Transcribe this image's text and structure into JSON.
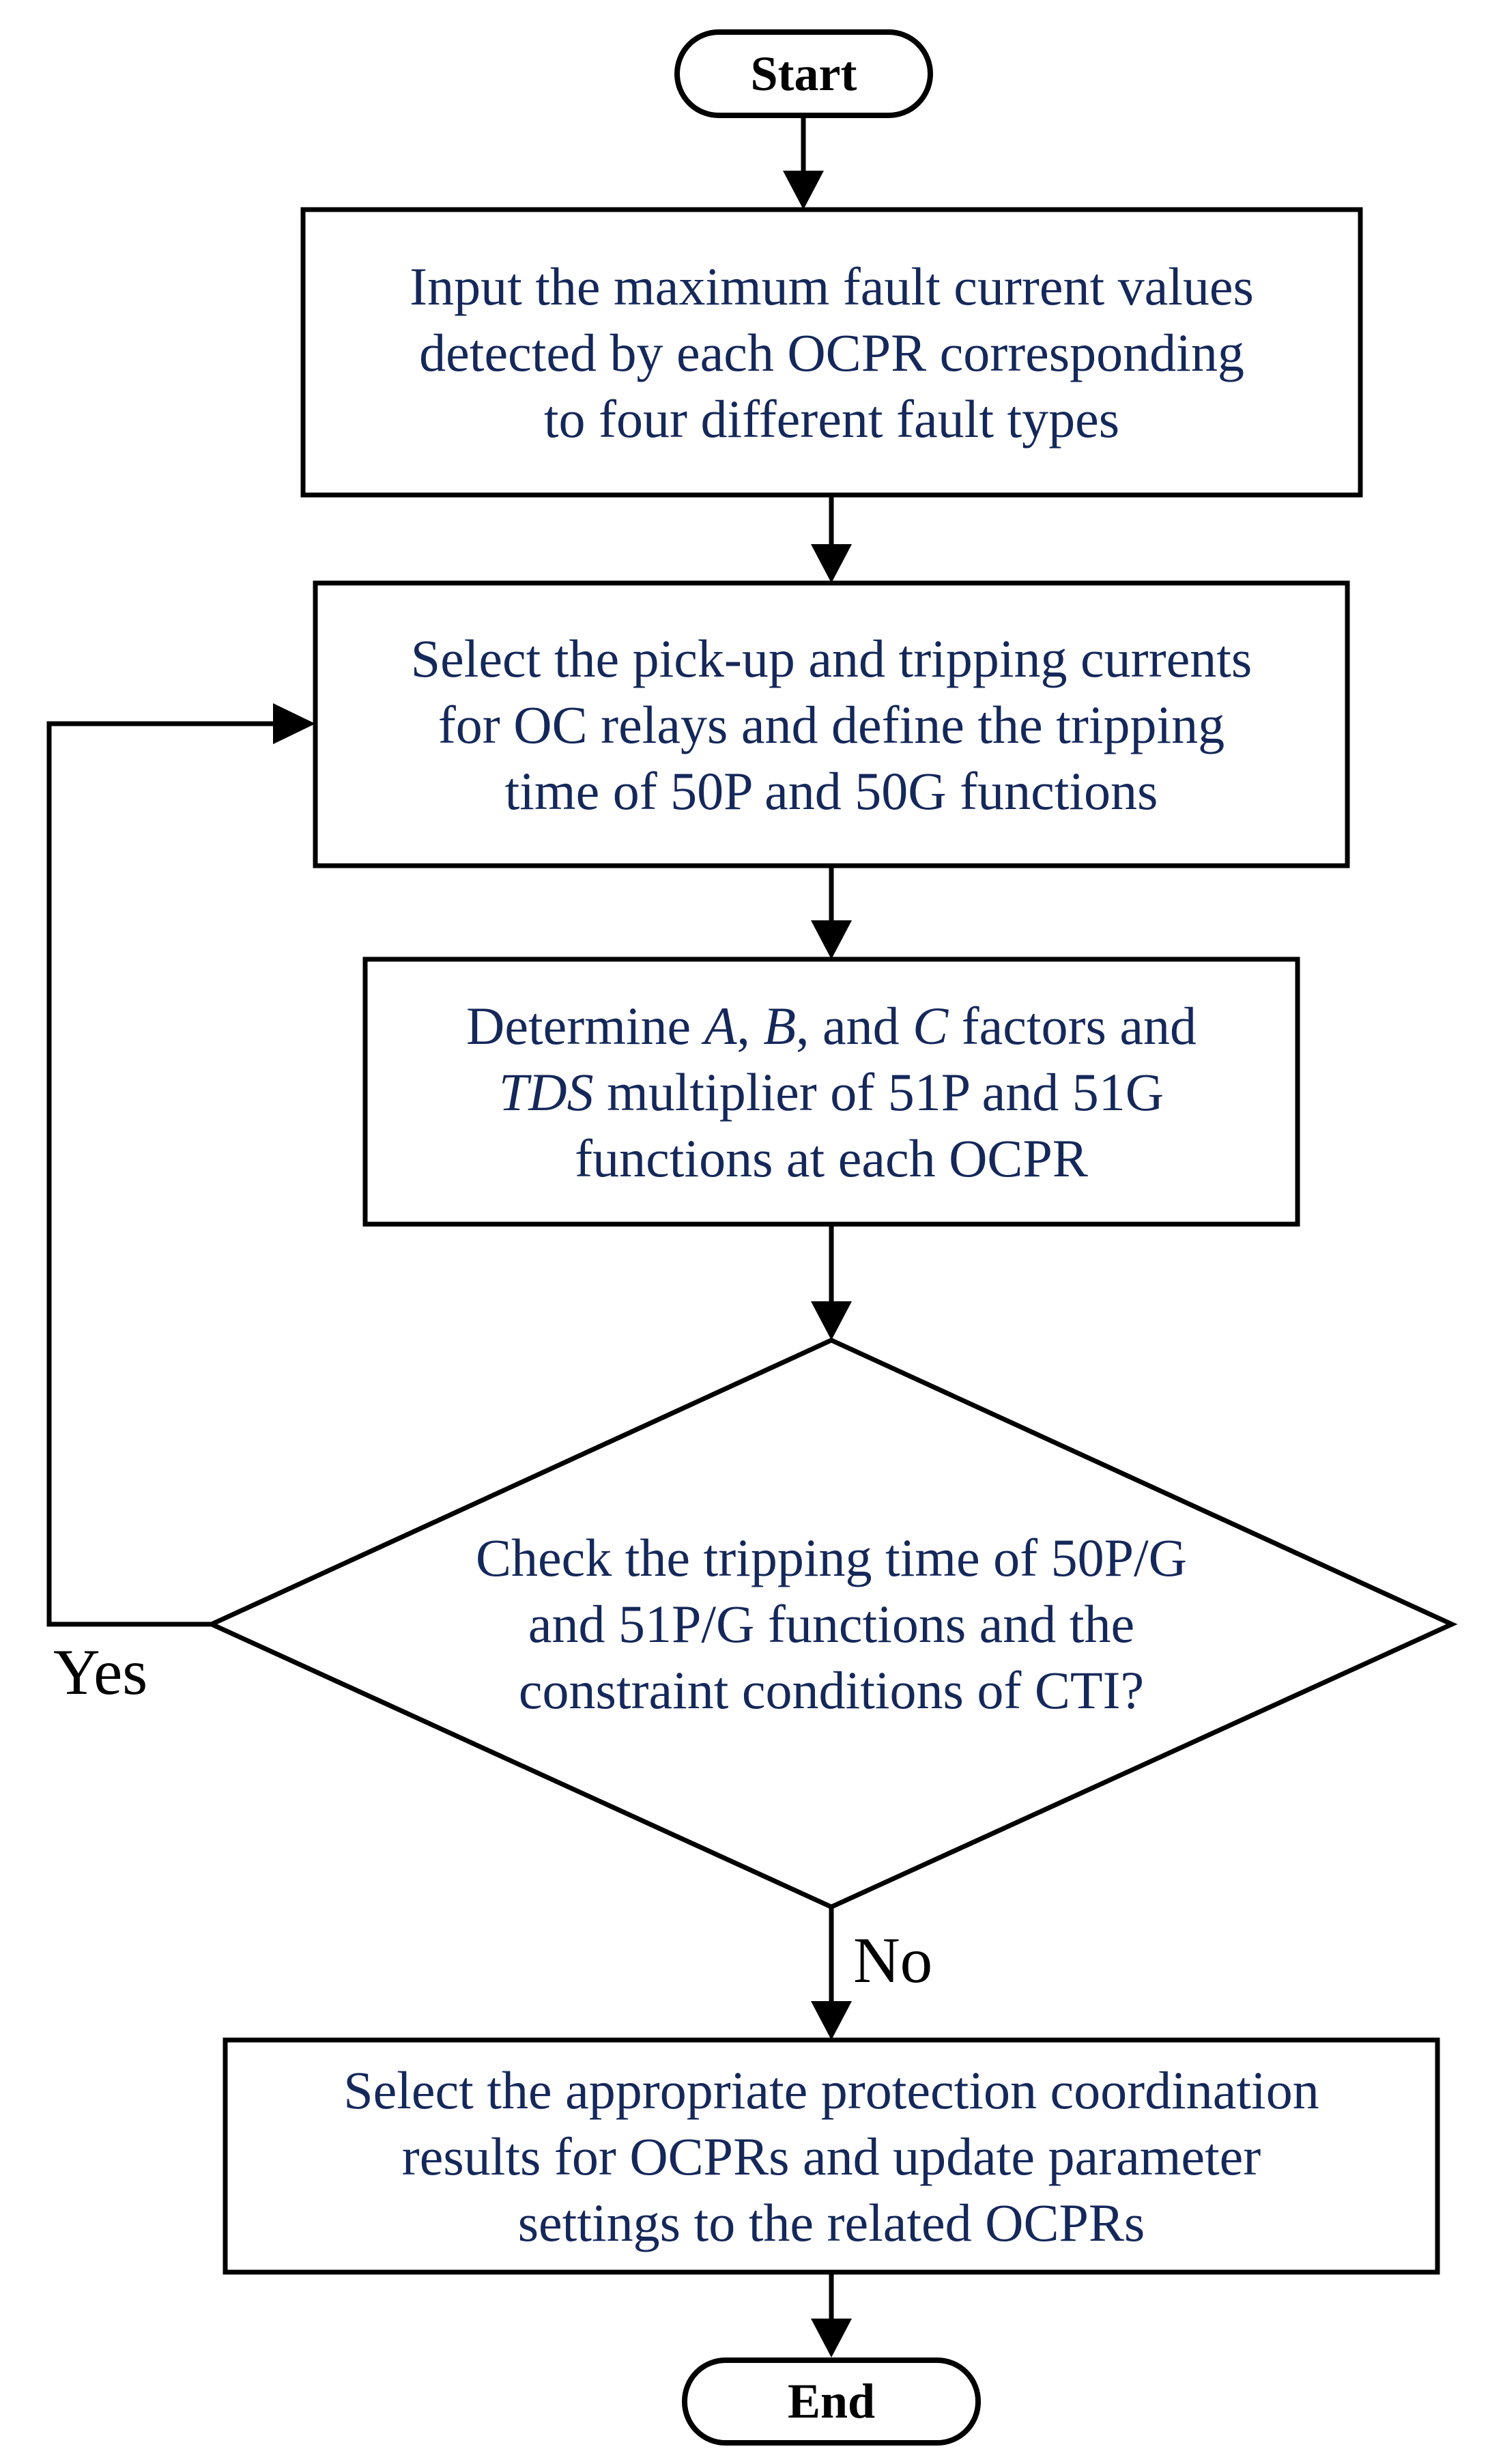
{
  "colors": {
    "text_navy": "#15285a",
    "line_black": "#000000",
    "bg": "#ffffff"
  },
  "flowchart": {
    "start": {
      "label": "Start"
    },
    "box_input": {
      "lines": [
        "Input the maximum fault current values",
        "detected by each OCPR corresponding",
        "to four different fault types"
      ]
    },
    "box_select_currents": {
      "lines": [
        "Select the pick-up and tripping currents",
        "for OC relays and define the tripping",
        "time of 50P and 50G functions"
      ]
    },
    "box_determine": {
      "lines_segments": [
        [
          {
            "t": "Determine "
          },
          {
            "t": "A",
            "i": true
          },
          {
            "t": ", "
          },
          {
            "t": "B",
            "i": true
          },
          {
            "t": ", and "
          },
          {
            "t": "C",
            "i": true
          },
          {
            "t": " factors and"
          }
        ],
        [
          {
            "t": "TDS",
            "i": true
          },
          {
            "t": " multiplier of 51P and 51G"
          }
        ],
        [
          {
            "t": "functions at each OCPR"
          }
        ]
      ]
    },
    "decision_check": {
      "lines": [
        "Check the tripping time of 50P/G",
        "and 51P/G functions and the",
        "constraint conditions of CTI?"
      ]
    },
    "yes_label": "Yes",
    "no_label": "No",
    "box_update": {
      "lines": [
        "Select the appropriate protection coordination",
        "results for OCPRs and update parameter",
        "settings to the related OCPRs"
      ]
    },
    "end": {
      "label": "End"
    }
  }
}
